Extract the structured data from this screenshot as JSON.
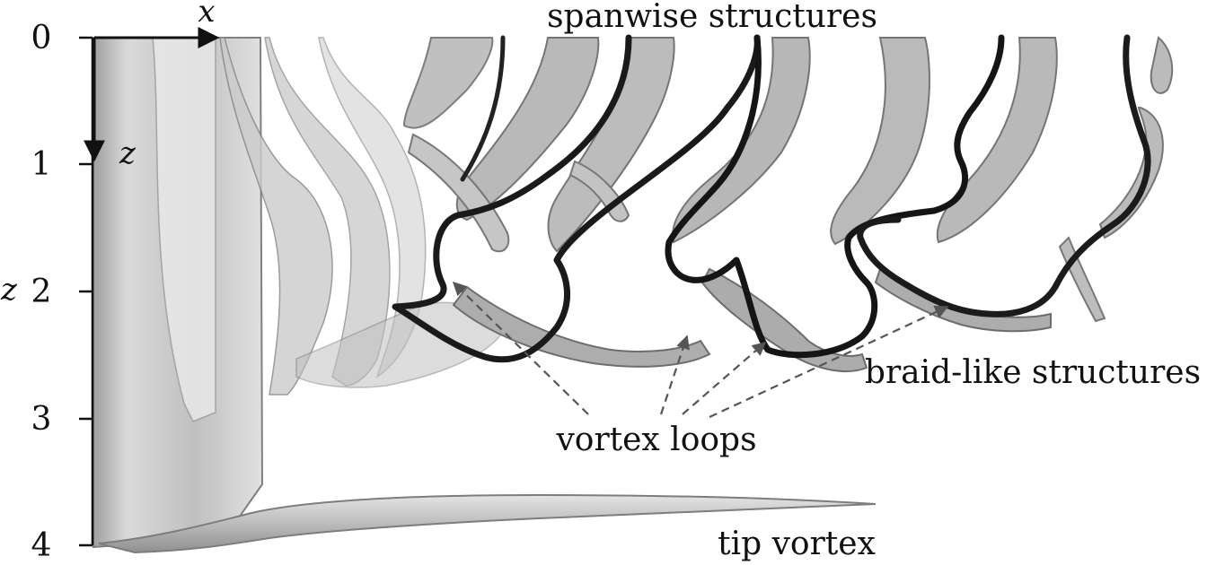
{
  "axes": {
    "x_label": "x",
    "z_label": "z",
    "z_label_left": "z",
    "z_ticks": [
      "0",
      "1",
      "2",
      "3",
      "4"
    ]
  },
  "annotations": {
    "spanwise": "spanwise structures",
    "braid": "braid-like structures",
    "vortex_loops": "vortex loops",
    "tip_vortex": "tip vortex"
  },
  "colors": {
    "isosurface_fill": "#b4b4b4",
    "isosurface_edge": "#6e6e6e",
    "core_line": "#141414",
    "arrow": "#555555"
  }
}
